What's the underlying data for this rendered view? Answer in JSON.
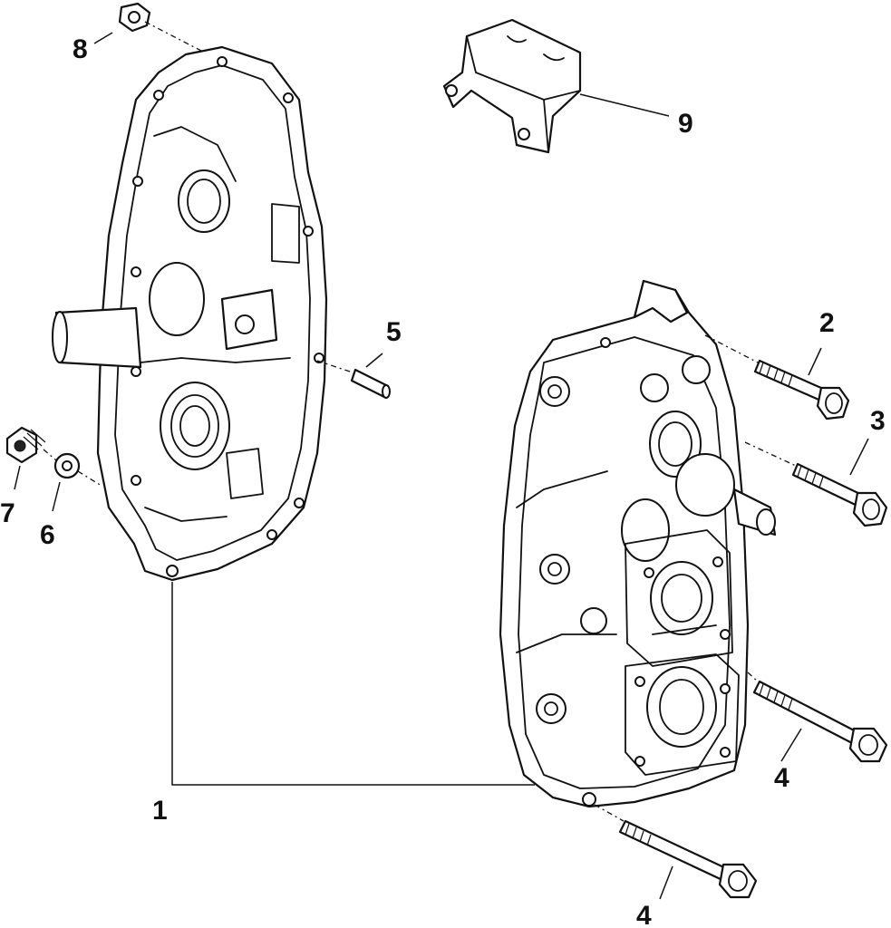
{
  "callouts": {
    "part_1": "1",
    "part_2": "2",
    "part_3": "3",
    "part_4_upper": "4",
    "part_4_lower": "4",
    "part_5": "5",
    "part_6": "6",
    "part_7": "7",
    "part_8": "8",
    "part_9": "9"
  },
  "colors": {
    "line": "#111111",
    "background": "#ffffff"
  }
}
